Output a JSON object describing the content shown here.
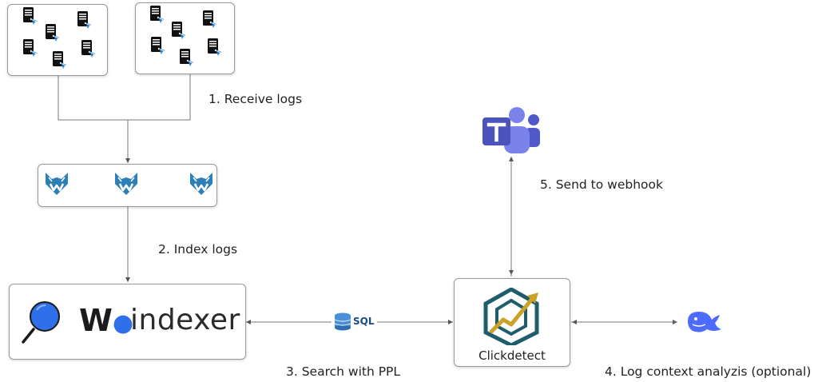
{
  "steps": {
    "receive": "1. Receive logs",
    "index": "2. Index logs",
    "search": "3. Search with PPL",
    "analyze": "4. Log context analyzis (optional)",
    "webhook": "5. Send to webhook"
  },
  "indexer": {
    "w_letter": "W",
    "name": "indexer"
  },
  "clickdetect": {
    "label": "Clickdetect"
  },
  "sql_badge": "SQL",
  "icons": {
    "server": "server-icon",
    "agent": "wazuh-agent-icon",
    "search": "search-icon",
    "database": "database-icon",
    "teams": "teams-icon",
    "deepseek": "deepseek-whale-icon",
    "clickdetect": "clickdetect-logo-icon"
  },
  "colors": {
    "server_blue": "#2a7fc9",
    "wolf_blue": "#2d7fb8",
    "indexer_blue": "#2f6fea",
    "teams_purple": "#5059c9",
    "deepseek_blue": "#4d6bfe",
    "cd_teal": "#1f5d6b",
    "cd_gold": "#c9a227"
  }
}
